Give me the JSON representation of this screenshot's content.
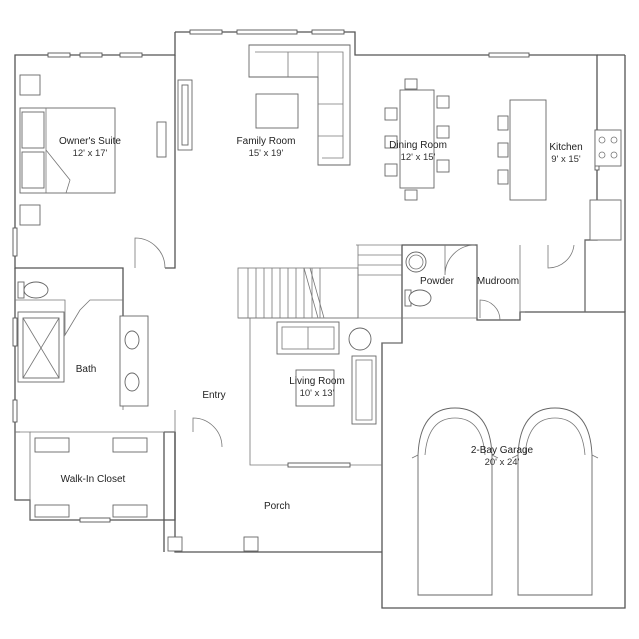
{
  "rooms": {
    "owners_suite": {
      "name": "Owner's Suite",
      "dims": "12' x 17'"
    },
    "family_room": {
      "name": "Family Room",
      "dims": "15' x 19'"
    },
    "dining_room": {
      "name": "Dining Room",
      "dims": "12' x 15'"
    },
    "kitchen": {
      "name": "Kitchen",
      "dims": "9' x 15'"
    },
    "powder": {
      "name": "Powder"
    },
    "mudroom": {
      "name": "Mudroom"
    },
    "bath": {
      "name": "Bath"
    },
    "entry": {
      "name": "Entry"
    },
    "living_room": {
      "name": "Living Room",
      "dims": "10' x 13'"
    },
    "garage": {
      "name": "2-Bay Garage",
      "dims": "20' x 24'"
    },
    "walk_in_closet": {
      "name": "Walk-In Closet"
    },
    "porch": {
      "name": "Porch"
    }
  }
}
